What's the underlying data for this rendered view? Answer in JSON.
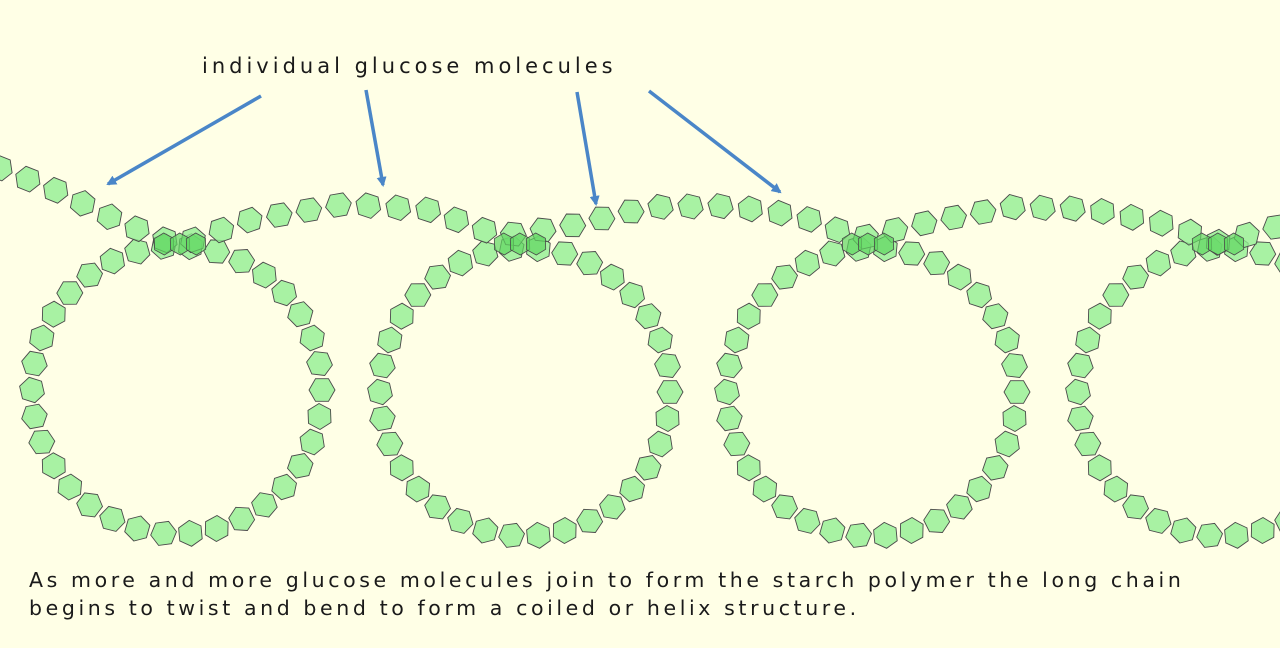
{
  "annotation": {
    "label": "individual glucose molecules"
  },
  "caption": {
    "line1": "As more and more glucose molecules join to form the starch polymer the long chain",
    "line2": "begins to twist and bend to form a coiled or helix structure."
  },
  "colors": {
    "background": "#FFFFE6",
    "hexagon_fill": "#90EE90",
    "hexagon_stroke": "#4A4A4A",
    "arrow": "#4A86C8",
    "text": "#1A1A1A"
  },
  "icons": {
    "unit": "hexagon-glucose-icon",
    "pointer": "arrow-icon"
  }
}
